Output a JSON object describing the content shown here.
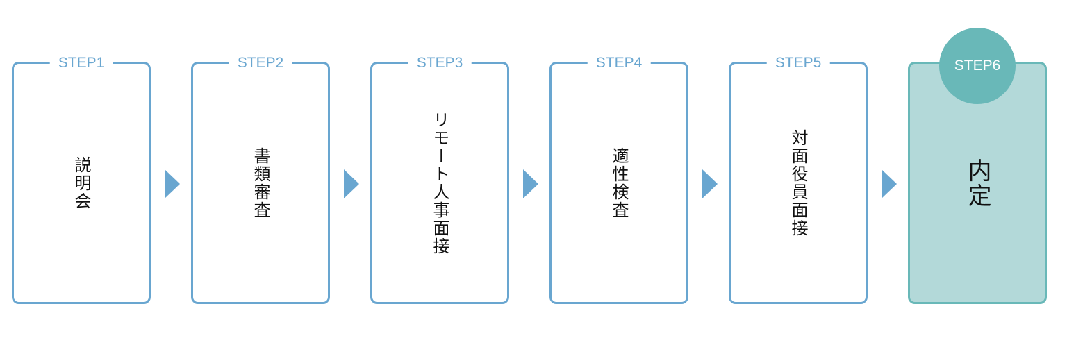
{
  "steps": [
    {
      "label": "STEP1",
      "title": "説明会"
    },
    {
      "label": "STEP2",
      "title": "書類審査"
    },
    {
      "label": "STEP3",
      "title": "リモート人事面接"
    },
    {
      "label": "STEP4",
      "title": "適性検査"
    },
    {
      "label": "STEP5",
      "title": "対面役員面接"
    },
    {
      "label": "STEP6",
      "title": "内定"
    }
  ],
  "colors": {
    "step_border": "#69a6d0",
    "arrow": "#69a6d0",
    "final_fill": "#b3d9d9",
    "final_border": "#69b8b8",
    "final_badge": "#69b8b8"
  }
}
